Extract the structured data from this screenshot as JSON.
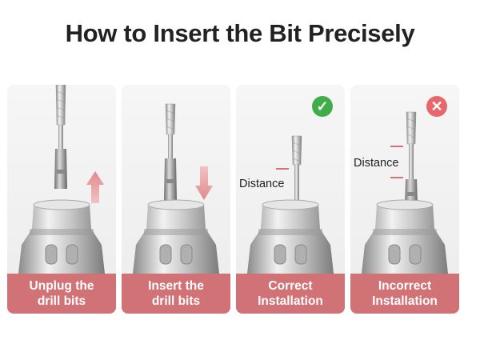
{
  "title": "How to Insert the Bit Precisely",
  "panels": [
    {
      "line1": "Unplug the",
      "line2": "drill bits",
      "arrow": "up"
    },
    {
      "line1": "Insert the",
      "line2": "drill bits",
      "arrow": "down"
    },
    {
      "line1": "Correct",
      "line2": "Installation",
      "distance": "Distance",
      "status": "check-icon"
    },
    {
      "line1": "Incorrect",
      "line2": "Installation",
      "distance": "Distance",
      "status": "cross-icon"
    }
  ],
  "colors": {
    "accent": "#d07276",
    "check": "#3fae49",
    "cross": "#e5686c"
  }
}
